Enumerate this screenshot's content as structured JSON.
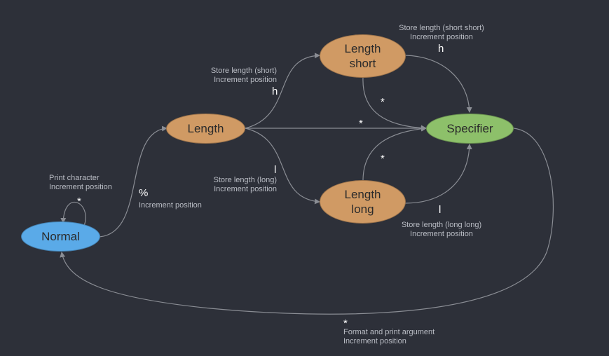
{
  "colors": {
    "background": "#2d3039",
    "normal": "#5aaae8",
    "orange": "#d09a64",
    "specifier": "#8dc06a",
    "edge": "#8a8d94"
  },
  "nodes": {
    "normal": "Normal",
    "length": "Length",
    "length_short": "Length\nshort",
    "length_long": "Length\nlong",
    "specifier": "Specifier"
  },
  "edges": {
    "normal_self": {
      "symbol": "*",
      "action": "Print character\nIncrement position"
    },
    "normal_length": {
      "symbol": "%",
      "action": "Increment position"
    },
    "length_short": {
      "symbol": "h",
      "action": "Store length (short)\nIncrement position"
    },
    "length_long": {
      "symbol": "l",
      "action": "Store length (long)\nIncrement position"
    },
    "length_specifier": {
      "symbol": "*"
    },
    "short_short": {
      "symbol": "h",
      "action": "Store length (short short)\nIncrement position"
    },
    "short_specifier": {
      "symbol": "*"
    },
    "long_specifier": {
      "symbol": "*"
    },
    "long_long": {
      "symbol": "l",
      "action": "Store length (long long)\nIncrement position"
    },
    "specifier_normal": {
      "symbol": "*",
      "action": "Format and print argument\nIncrement position"
    }
  }
}
